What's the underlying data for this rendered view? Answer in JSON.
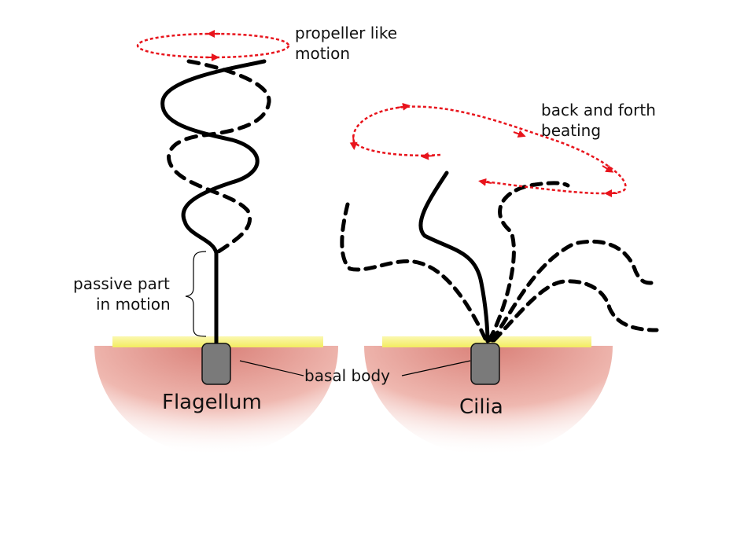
{
  "labels": {
    "propeller": [
      "propeller like",
      "motion"
    ],
    "back_forth": [
      "back and forth",
      "beating"
    ],
    "passive": [
      "passive part",
      "in motion"
    ],
    "basal_body": "basal body",
    "flagellum": "Flagellum",
    "cilia": "Cilia"
  },
  "colors": {
    "motion_arrows": "#e8141c",
    "membrane": "#f7f28a",
    "cell_tissue": "#e8a29c",
    "basal_body": "#7a7a7a",
    "structure": "#000000"
  }
}
